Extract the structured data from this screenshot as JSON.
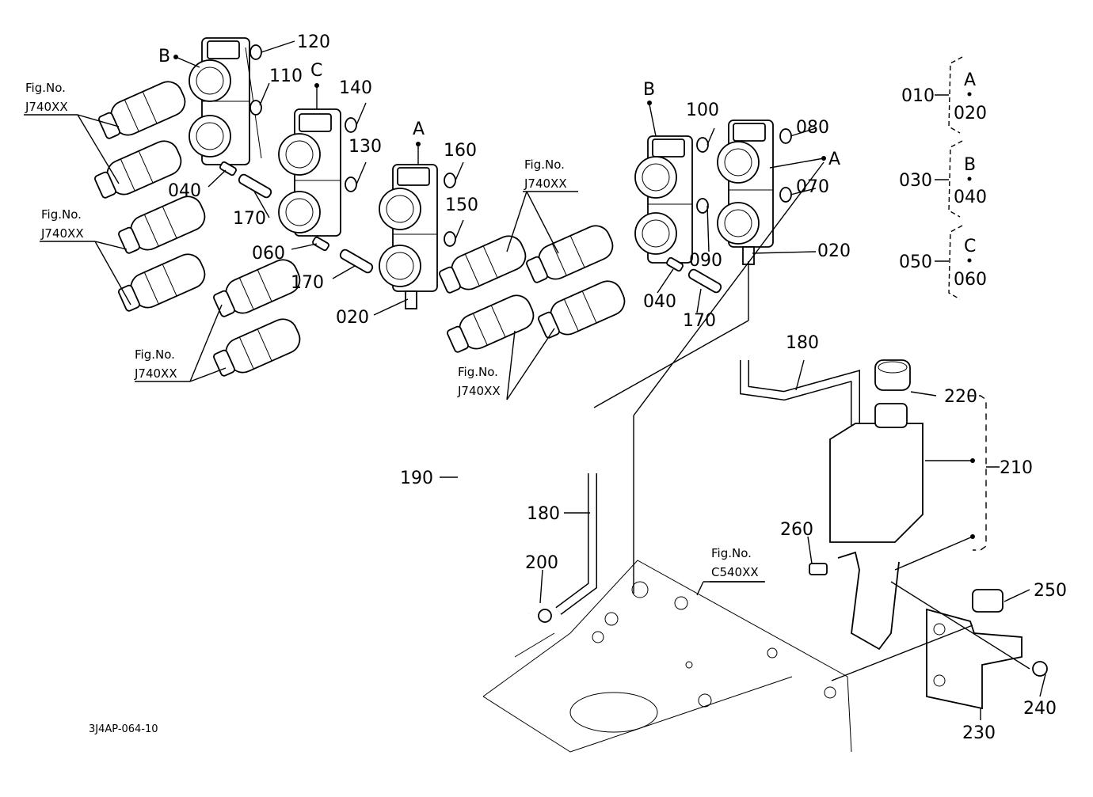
{
  "diagram": {
    "drawing_code": "3J4AP-064-10",
    "part_numbers": [
      "010",
      "020",
      "030",
      "040",
      "050",
      "060",
      "070",
      "080",
      "090",
      "100",
      "110",
      "120",
      "130",
      "140",
      "150",
      "160",
      "170",
      "180",
      "190",
      "200",
      "210",
      "220",
      "230",
      "240",
      "250",
      "260"
    ],
    "group_legend": [
      {
        "code": "010",
        "letter": "A",
        "part": "020"
      },
      {
        "code": "030",
        "letter": "B",
        "part": "040"
      },
      {
        "code": "050",
        "letter": "C",
        "part": "060"
      }
    ],
    "figure_references": [
      "Fig.No. J740XX",
      "Fig.No. C540XX"
    ],
    "group_letters": [
      "A",
      "B",
      "C"
    ]
  }
}
